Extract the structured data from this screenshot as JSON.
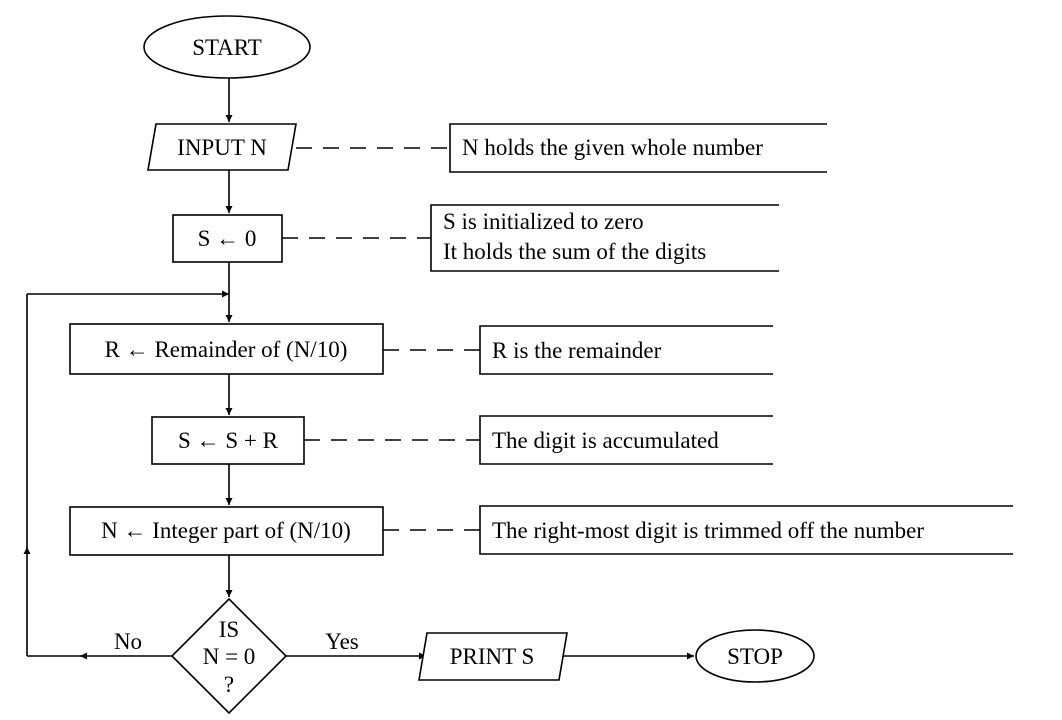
{
  "nodes": {
    "start": "START",
    "input": "INPUT N",
    "init": "S ← 0",
    "remainder": "R ← Remainder of (N/10)",
    "accumulate": "S ← S + R",
    "trim": "N ← Integer part of (N/10)",
    "decision": [
      "IS",
      "N = 0",
      "?"
    ],
    "print": "PRINT S",
    "stop": "STOP"
  },
  "edges": {
    "no": "No",
    "yes": "Yes"
  },
  "notes": {
    "input": "N holds the given whole number",
    "init": [
      "S is initialized to zero",
      "It holds the sum of the digits"
    ],
    "remainder": "R is the remainder",
    "accumulate": "The digit is accumulated",
    "trim": "The right-most digit is trimmed off the number"
  }
}
